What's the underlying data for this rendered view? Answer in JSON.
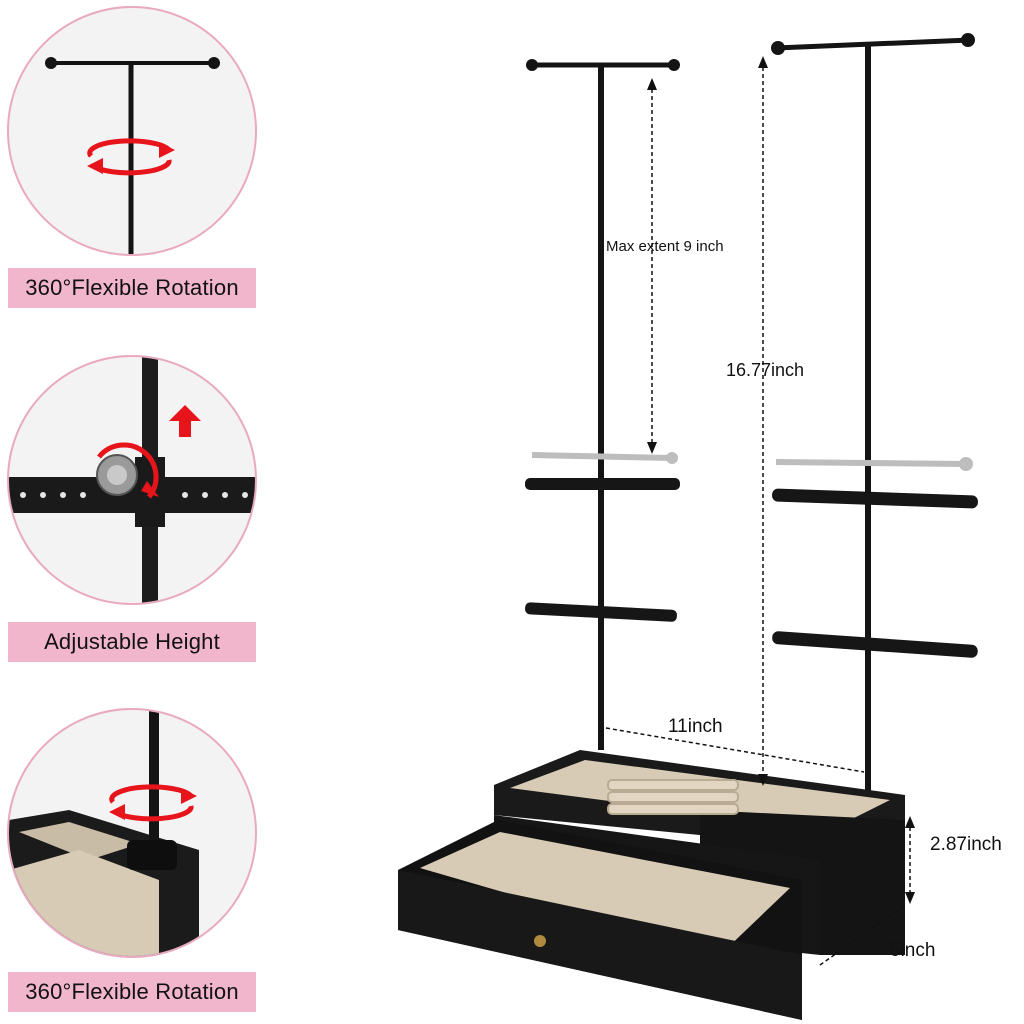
{
  "features": [
    {
      "label": "360°Flexible Rotation",
      "icon": "rotation-arrow-icon"
    },
    {
      "label": "Adjustable Height",
      "icon": "up-arrow-icon"
    },
    {
      "label": "360°Flexible Rotation",
      "icon": "rotation-arrow-icon"
    }
  ],
  "dimensions": {
    "extent": "Max extent 9 inch",
    "height": "16.77inch",
    "width": "11inch",
    "box_height": "2.87inch",
    "depth": "5inch"
  },
  "colors": {
    "accent_pink": "#f2b6cc",
    "circle_border": "#e9a9c0",
    "arrow_red": "#e8141c",
    "metal_black": "#141414",
    "velvet_beige": "#d8cbb6"
  }
}
